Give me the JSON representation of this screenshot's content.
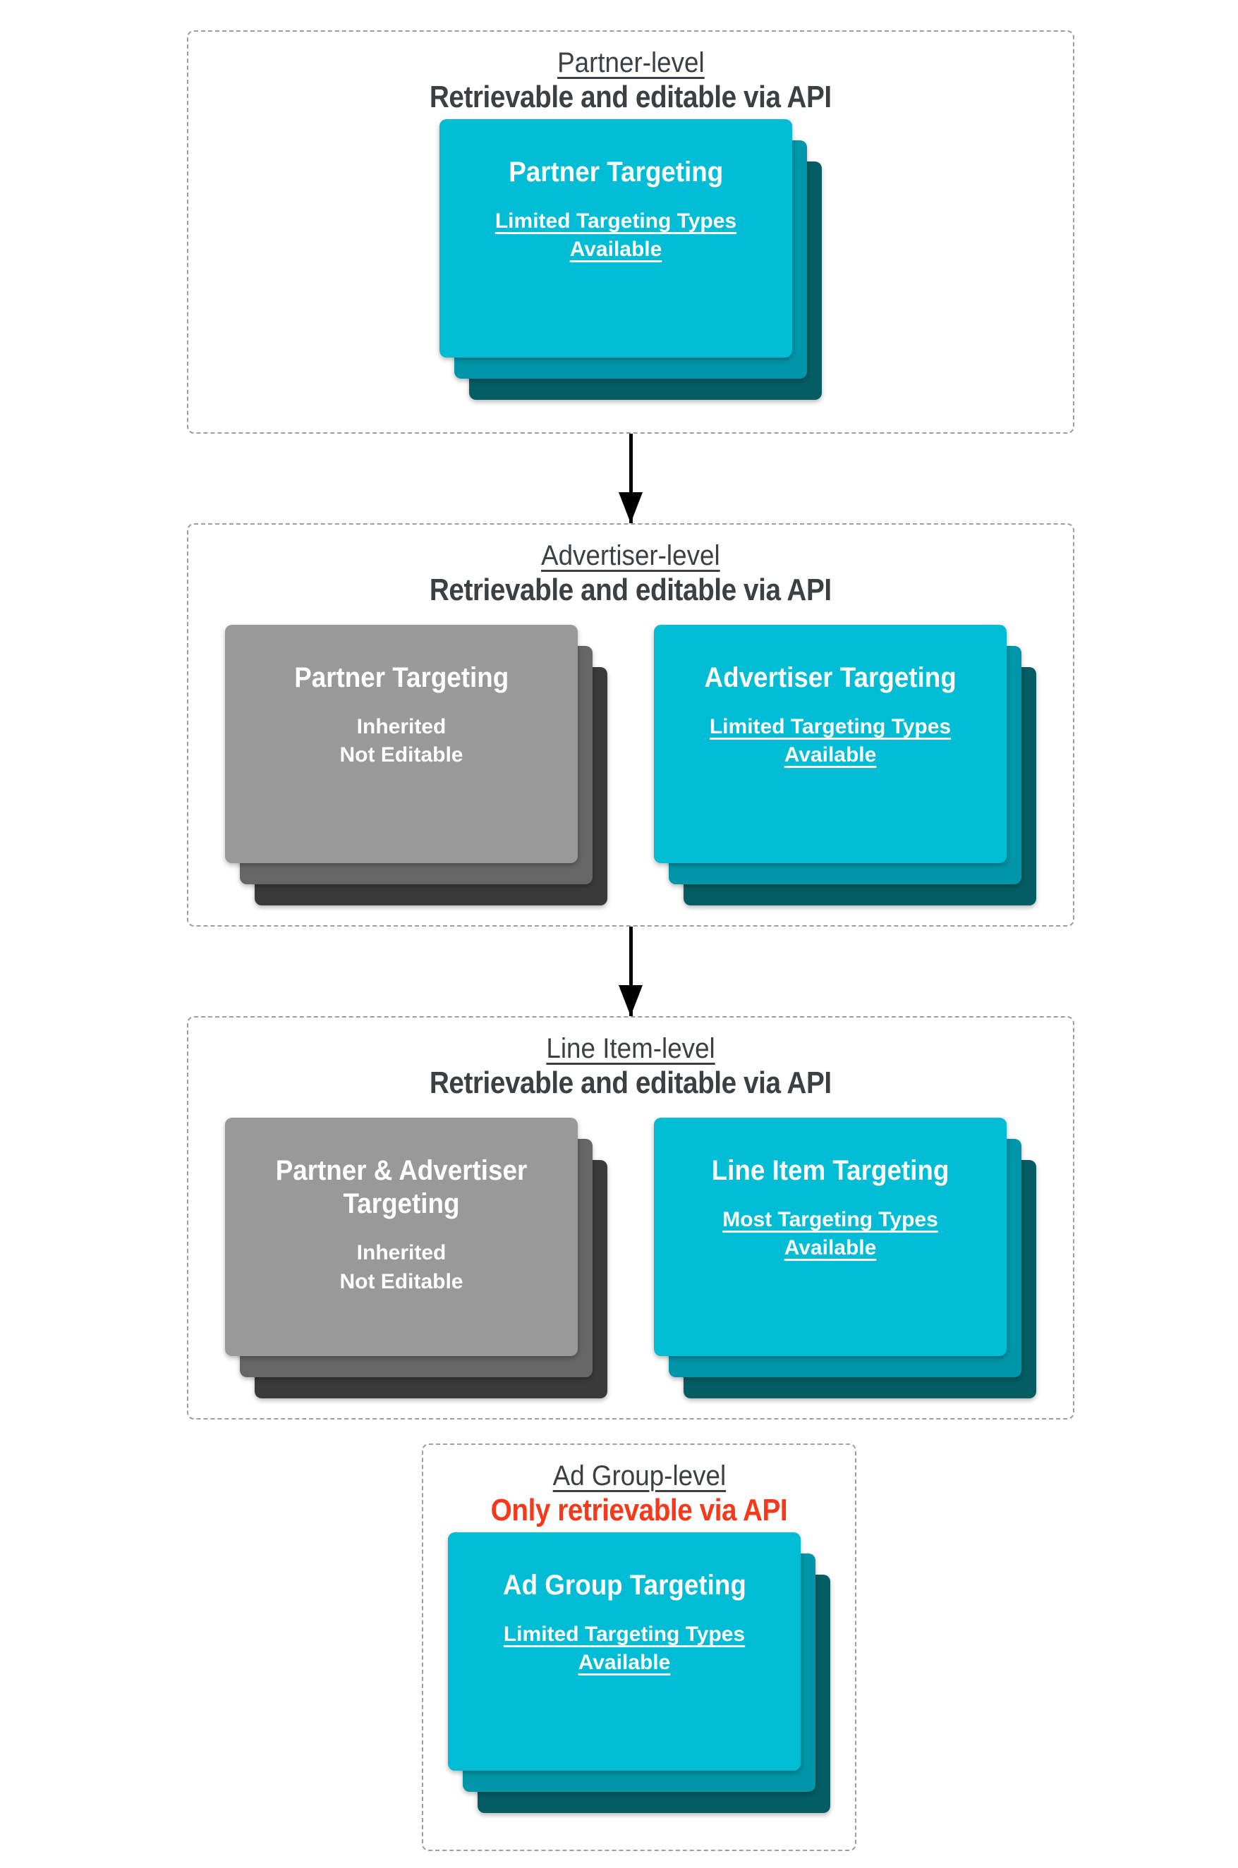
{
  "colors": {
    "cyan_front": "#00bcd4",
    "cyan_mid": "#0095a8",
    "cyan_back": "#045d63",
    "gray_front": "#999999",
    "gray_mid": "#666666",
    "gray_back": "#3a3a3a",
    "heading_text": "#3c4043",
    "red_text": "#f7381a",
    "dashed_border": "#9e9e9e",
    "arrow": "#000000"
  },
  "sections": [
    {
      "title": "Partner-level",
      "subtitle": "Retrievable and editable via API",
      "cards": [
        {
          "title": "Partner Targeting",
          "body": "Limited Targeting Types Available"
        }
      ]
    },
    {
      "title": "Advertiser-level",
      "subtitle": "Retrievable and editable via API",
      "cards": [
        {
          "title": "Partner Targeting",
          "line1": "Inherited",
          "line2": "Not Editable"
        },
        {
          "title": "Advertiser Targeting",
          "body": "Limited Targeting Types Available"
        }
      ]
    },
    {
      "title": "Line Item-level",
      "subtitle": "Retrievable and editable via API",
      "cards": [
        {
          "title": "Partner & Advertiser Targeting",
          "line1": "Inherited",
          "line2": "Not Editable"
        },
        {
          "title": "Line Item Targeting",
          "body": "Most Targeting Types Available"
        }
      ]
    },
    {
      "title": "Ad Group-level",
      "subtitle": "Only retrievable via API",
      "cards": [
        {
          "title": "Ad Group Targeting",
          "body": "Limited Targeting Types Available"
        }
      ]
    }
  ]
}
